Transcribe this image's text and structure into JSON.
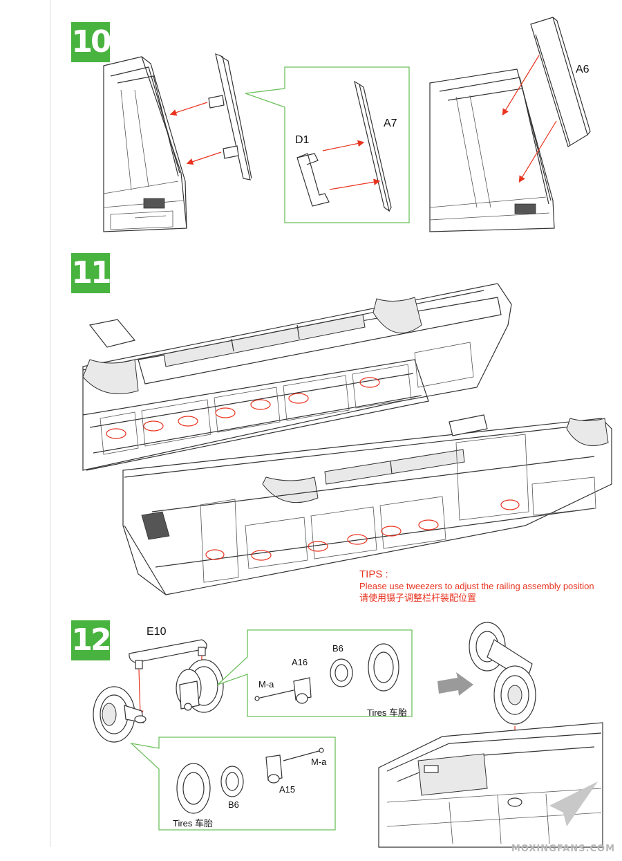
{
  "steps": [
    {
      "number": "10",
      "labels": [
        "A6",
        "A7",
        "D1"
      ]
    },
    {
      "number": "11"
    },
    {
      "number": "12",
      "labels": [
        "E10",
        "A16",
        "B6",
        "M-a",
        "Tires 车胎",
        "B6",
        "M-a",
        "A15",
        "Tires 车胎"
      ]
    }
  ],
  "tips": {
    "title": "TIPS :",
    "line_en": "Please use tweezers to adjust the railing assembly position",
    "line_cn": "请使用镊子调整栏杆装配位置"
  },
  "watermark": "MOXINGFANS.COM",
  "colors": {
    "step_badge": "#49b33f",
    "arrow": "#e8331f",
    "callout_border": "#6cc05c",
    "tips_text": "#e8331f"
  }
}
